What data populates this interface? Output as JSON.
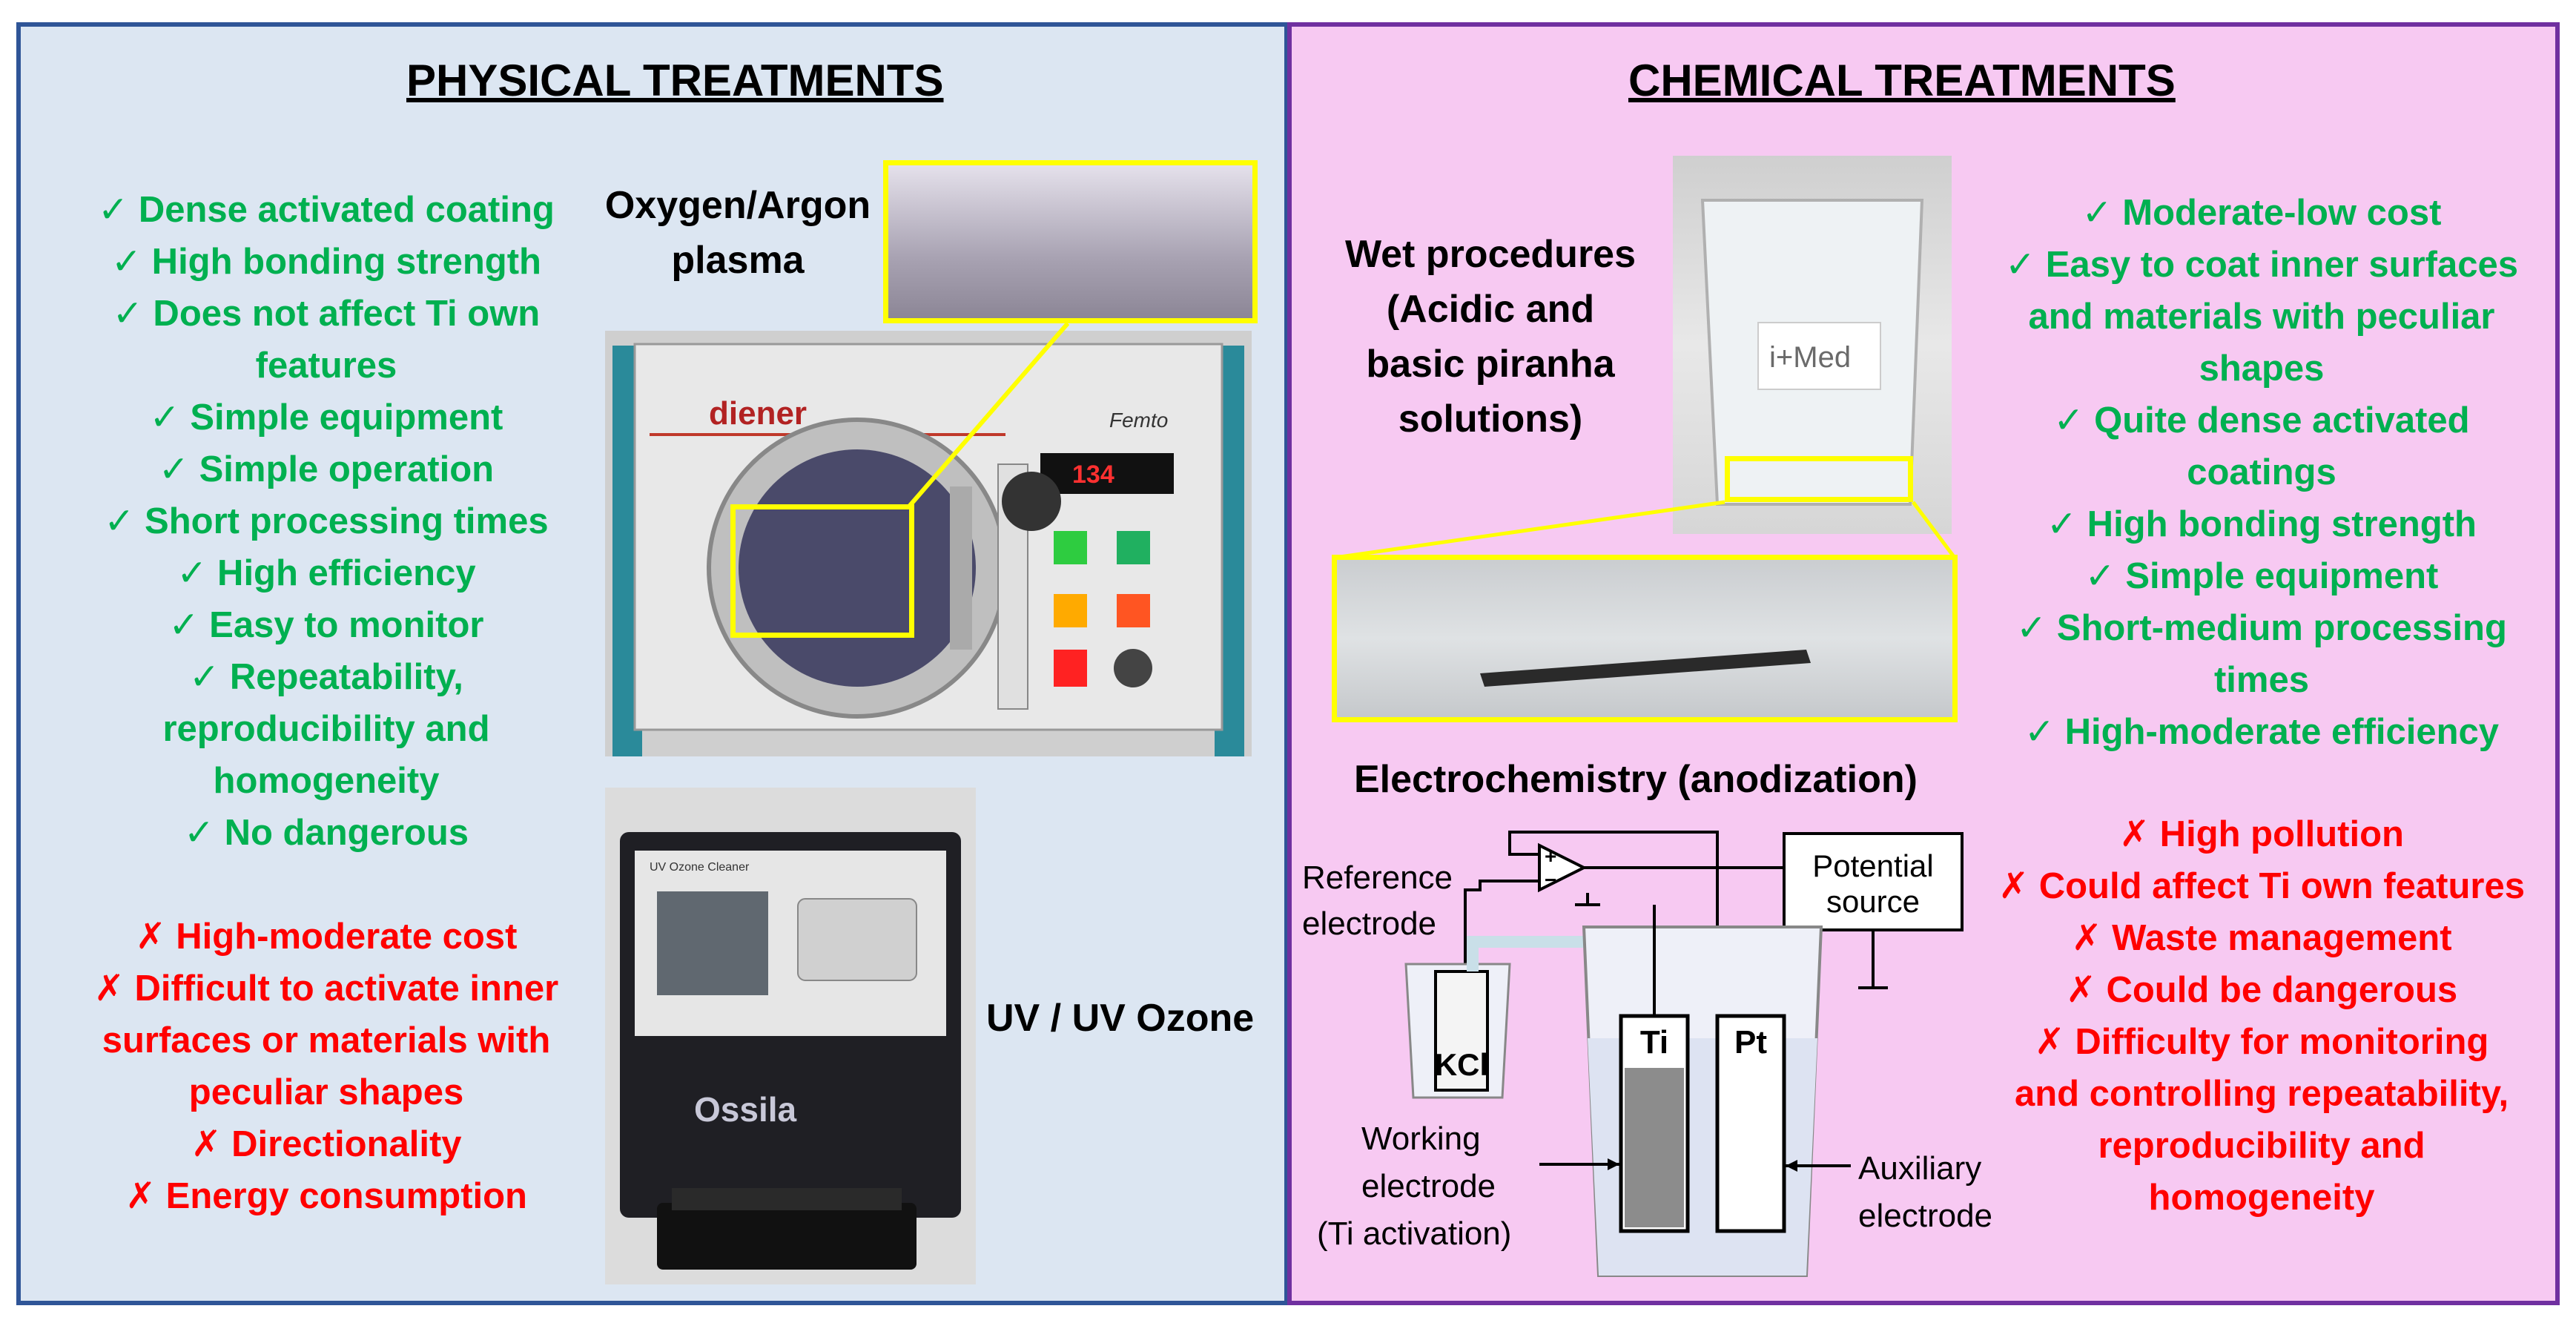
{
  "physical": {
    "title": "PHYSICAL TREATMENTS",
    "pros": [
      "✓ Dense activated coating",
      "✓ High bonding strength",
      "✓ Does not affect Ti own",
      "features",
      "✓ Simple equipment",
      "✓ Simple operation",
      "✓ Short processing times",
      "✓ High efficiency",
      "✓ Easy to monitor",
      "✓ Repeatability,",
      "reproducibility and",
      "homogeneity",
      "✓ No dangerous"
    ],
    "cons": [
      "✗ High-moderate cost",
      "✗ Difficult to activate inner",
      "surfaces or materials with",
      "peculiar shapes",
      "✗ Directionality",
      "✗ Energy consumption"
    ],
    "plasma_label_1": "Oxygen/Argon",
    "plasma_label_2": "plasma",
    "uv_label": "UV / UV Ozone",
    "plasma_brand": "diener",
    "plasma_model": "Femto",
    "plasma_timer": "134",
    "uv_device_title": "UV Ozone Cleaner",
    "uv_brand": "Ossila"
  },
  "chemical": {
    "title": "CHEMICAL TREATMENTS",
    "wet_label": [
      "Wet procedures",
      "(Acidic and",
      "basic piranha",
      "solutions)"
    ],
    "beaker_logo": "i+Med",
    "electro_label": "Electrochemistry (anodization)",
    "pros": [
      "✓ Moderate-low cost",
      "✓ Easy to coat inner surfaces",
      "and materials with peculiar",
      "shapes",
      "✓ Quite dense activated",
      "coatings",
      "✓ High bonding strength",
      "✓ Simple equipment",
      "✓ Short-medium processing",
      "times",
      "✓ High-moderate efficiency"
    ],
    "cons": [
      "✗ High pollution",
      "✗ Could affect Ti own features",
      "✗ Waste management",
      "✗ Could be dangerous",
      "✗ Difficulty for monitoring",
      "and controlling repeatability,",
      "reproducibility and",
      "homogeneity"
    ],
    "diagram": {
      "reference_1": "Reference",
      "reference_2": "electrode",
      "potential_1": "Potential",
      "potential_2": "source",
      "kcl": "KCl",
      "ti": "Ti",
      "pt": "Pt",
      "working_1": "Working",
      "working_2": "electrode",
      "working_3": "(Ti activation)",
      "auxiliary_1": "Auxiliary",
      "auxiliary_2": "electrode",
      "plus": "+",
      "minus": "−"
    }
  },
  "colors": {
    "left_bg": "#dce6f2",
    "left_border": "#2f5597",
    "right_bg": "#f7c9f2",
    "right_border": "#7030a0",
    "pros": "#00b050",
    "cons": "#ff0000",
    "highlight": "#ffff00"
  }
}
